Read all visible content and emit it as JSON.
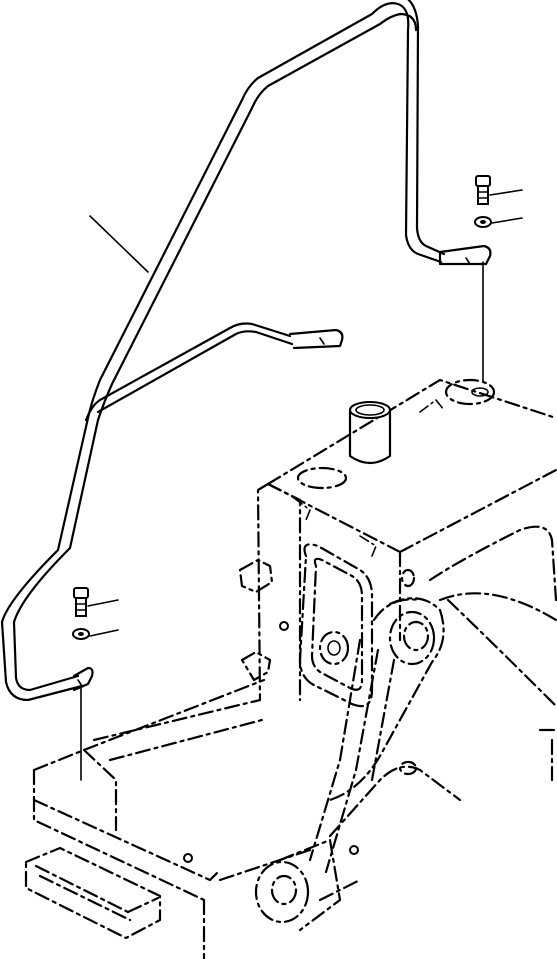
{
  "figure": {
    "kind": "exploded parts illustration",
    "parts": [
      {
        "id": "handrail",
        "name": "handrail-tube"
      },
      {
        "id": "bolt_upper",
        "name": "bolt"
      },
      {
        "id": "washer_upper",
        "name": "washer"
      },
      {
        "id": "bolt_lower",
        "name": "bolt"
      },
      {
        "id": "washer_lower",
        "name": "washer"
      }
    ],
    "context": "machine-frame-phantom"
  }
}
